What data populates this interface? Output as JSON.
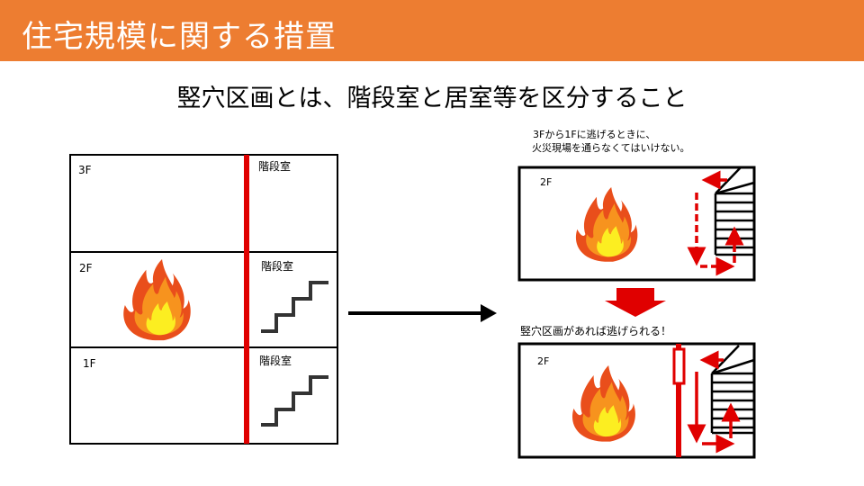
{
  "header": {
    "title": "住宅規模に関する措置"
  },
  "subtitle": "竪穴区画とは、階段室と居室等を区分すること",
  "left_building": {
    "floors": [
      {
        "label": "3F",
        "stair_label": "階段室"
      },
      {
        "label": "2F",
        "stair_label": "階段室"
      },
      {
        "label": "1F",
        "stair_label": "階段室"
      }
    ]
  },
  "right_top": {
    "note_line1": "3Fから1Fに逃げるときに、",
    "note_line2": "火災現場を通らなくてはいけない。",
    "floor_label": "2F"
  },
  "right_bottom": {
    "note": "竪穴区画があれば逃げられる！",
    "floor_label": "2F"
  },
  "colors": {
    "accent": "#ED7D31",
    "red": "#E00000"
  }
}
